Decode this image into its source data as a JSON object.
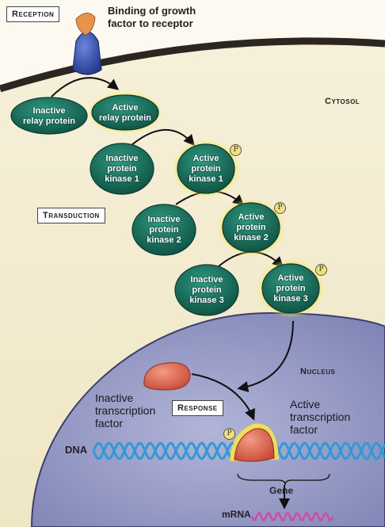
{
  "labels": {
    "reception": "Reception",
    "binding": "Binding of growth factor to receptor",
    "binding_line1": "Binding of growth",
    "binding_line2": "factor to receptor",
    "cytosol": "Cytosol",
    "transduction": "Transduction",
    "nucleus": "Nucleus",
    "response": "Response",
    "dna": "DNA",
    "gene": "Gene",
    "mrna": "mRNA",
    "phosphate": "P",
    "inactive_tf_l1": "Inactive",
    "inactive_tf_l2": "transcription",
    "inactive_tf_l3": "factor",
    "active_tf_l1": "Active",
    "active_tf_l2": "transcription",
    "active_tf_l3": "factor"
  },
  "molecules": {
    "relay_inactive": [
      "Inactive",
      "relay protein"
    ],
    "relay_active": [
      "Active",
      "relay protein"
    ],
    "k1_inactive": [
      "Inactive",
      "protein",
      "kinase 1"
    ],
    "k1_active": [
      "Active",
      "protein",
      "kinase 1"
    ],
    "k2_inactive": [
      "Inactive",
      "protein",
      "kinase 2"
    ],
    "k2_active": [
      "Active",
      "protein",
      "kinase 2"
    ],
    "k3_inactive": [
      "Inactive",
      "protein",
      "kinase 3"
    ],
    "k3_active": [
      "Active",
      "protein",
      "kinase 3"
    ]
  },
  "colors": {
    "cytosol": "#f4eed5",
    "membrane": "#2c2520",
    "nucleus": "#8a8fbf",
    "protein": "#16705c",
    "glow": "#f5e64a",
    "receptor": "#3651b0",
    "growth_factor": "#e8934a",
    "transcription_factor": "#e26a55",
    "dna": "#2f9ad6",
    "mrna": "#d24aa4"
  }
}
